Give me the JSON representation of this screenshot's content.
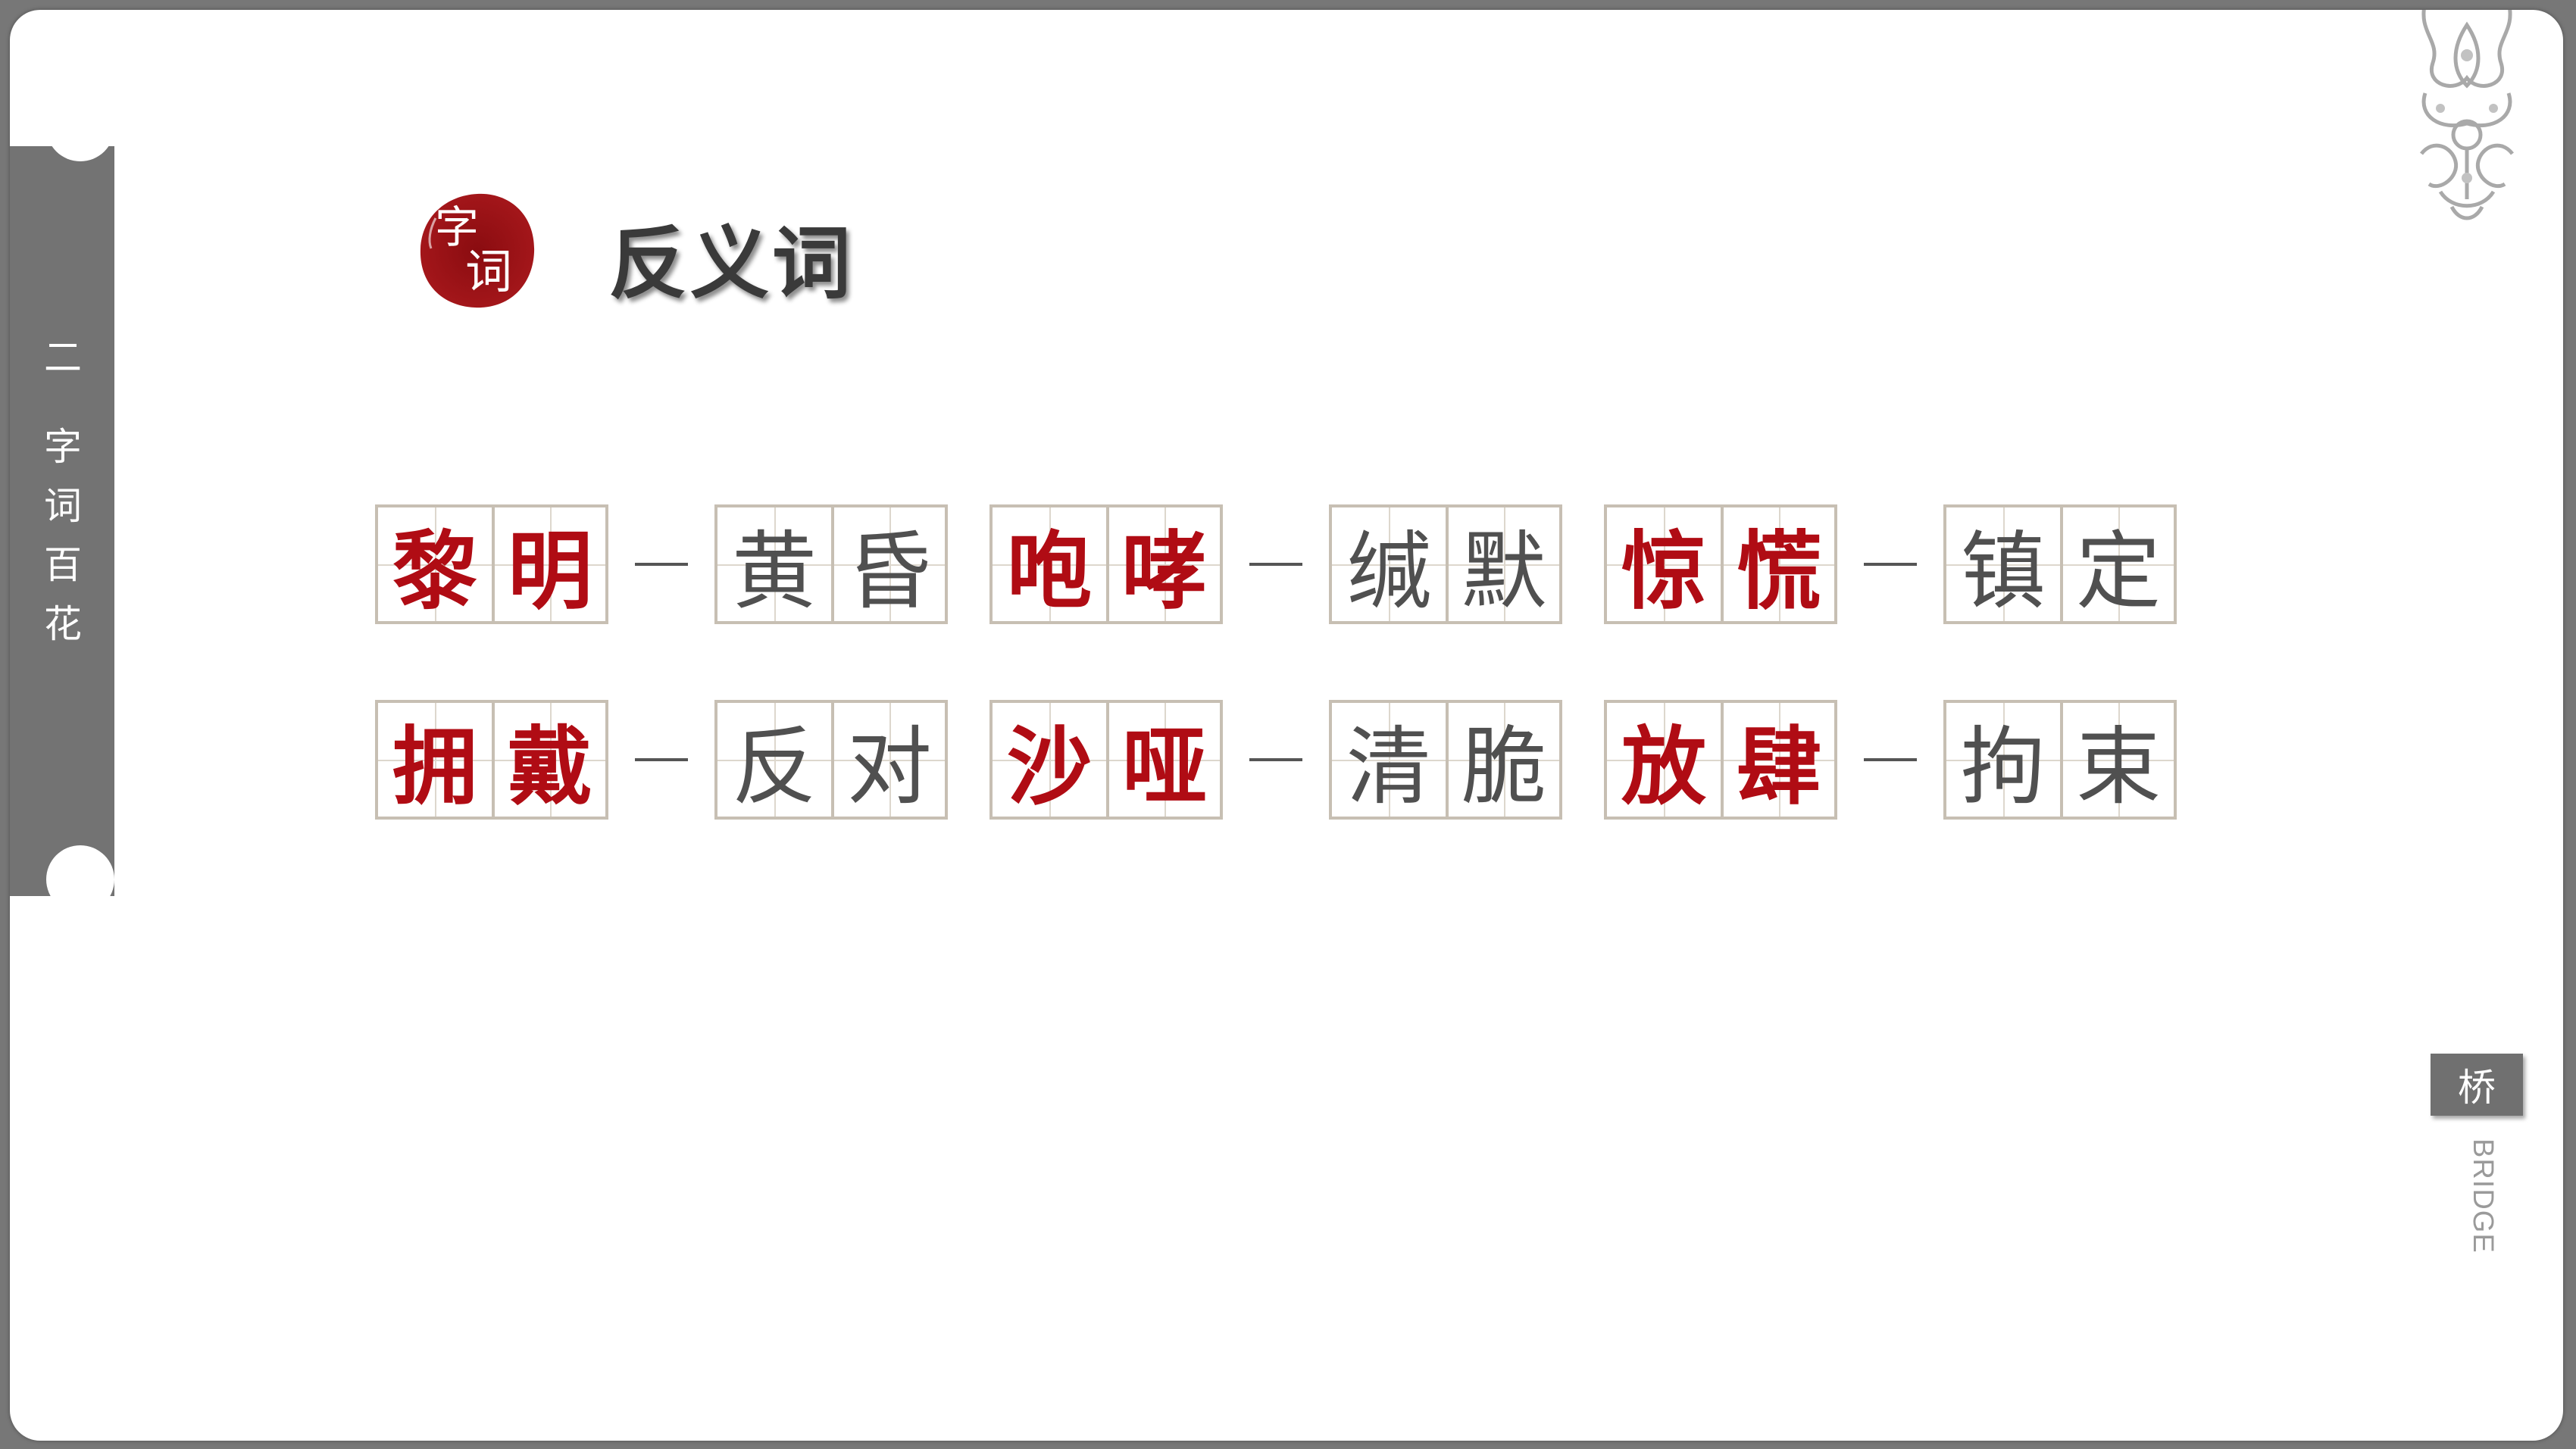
{
  "sidebar": {
    "chapter_number": "二",
    "chapter_chars": [
      "字",
      "词",
      "百",
      "花"
    ]
  },
  "heading": {
    "seal_chars": [
      "字",
      "词"
    ],
    "title": "反义词"
  },
  "rows": [
    [
      {
        "word": [
          "黎",
          "明"
        ],
        "antonym": [
          "黄",
          "昏"
        ]
      },
      {
        "word": [
          "咆",
          "哮"
        ],
        "antonym": [
          "缄",
          "默"
        ]
      },
      {
        "word": [
          "惊",
          "慌"
        ],
        "antonym": [
          "镇",
          "定"
        ]
      }
    ],
    [
      {
        "word": [
          "拥",
          "戴"
        ],
        "antonym": [
          "反",
          "对"
        ]
      },
      {
        "word": [
          "沙",
          "哑"
        ],
        "antonym": [
          "清",
          "脆"
        ]
      },
      {
        "word": [
          "放",
          "肆"
        ],
        "antonym": [
          "拘",
          "束"
        ]
      }
    ]
  ],
  "lesson": {
    "title_cn": "桥",
    "title_en": "BRIDGE"
  },
  "colors": {
    "accent_red": "#b00c14",
    "side_gray": "#737373",
    "grid_border": "#c7bfb3"
  }
}
